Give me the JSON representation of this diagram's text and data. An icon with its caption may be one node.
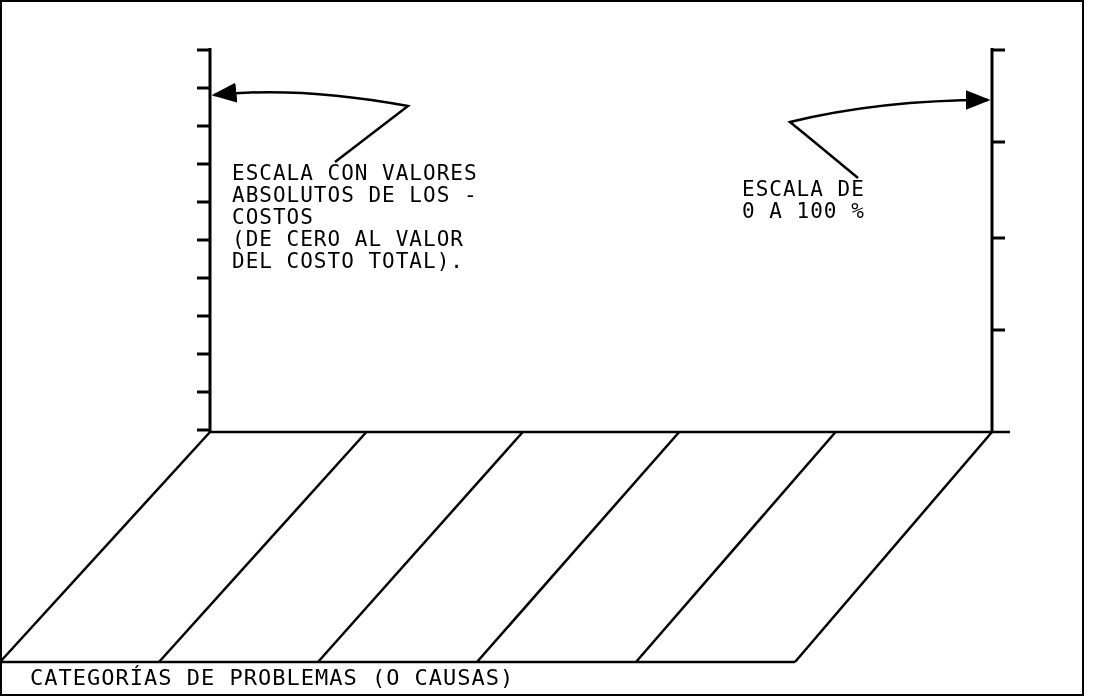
{
  "diagram": {
    "nodes": [
      {
        "text": [
          "ESCALA CON VALORES ABSOLUTOS DE LOS - COSTOS",
          "(DE CERO AL VALOR DEL COSTO TOTAL)."
        ]
      },
      {
        "text": [
          "ESCALA DE 0 A 100 %"
        ]
      },
      {
        "text": [],
        "shape": "axis"
      },
      {
        "text": [],
        "shape": "axis"
      }
    ],
    "edges": [
      {
        "from": 0,
        "to": 2,
        "arrow": "to"
      },
      {
        "from": 1,
        "to": 3,
        "arrow": "to"
      }
    ],
    "labels": [
      "CATEGORÍAS DE PROBLEMAS (O CAUSAS)"
    ]
  }
}
